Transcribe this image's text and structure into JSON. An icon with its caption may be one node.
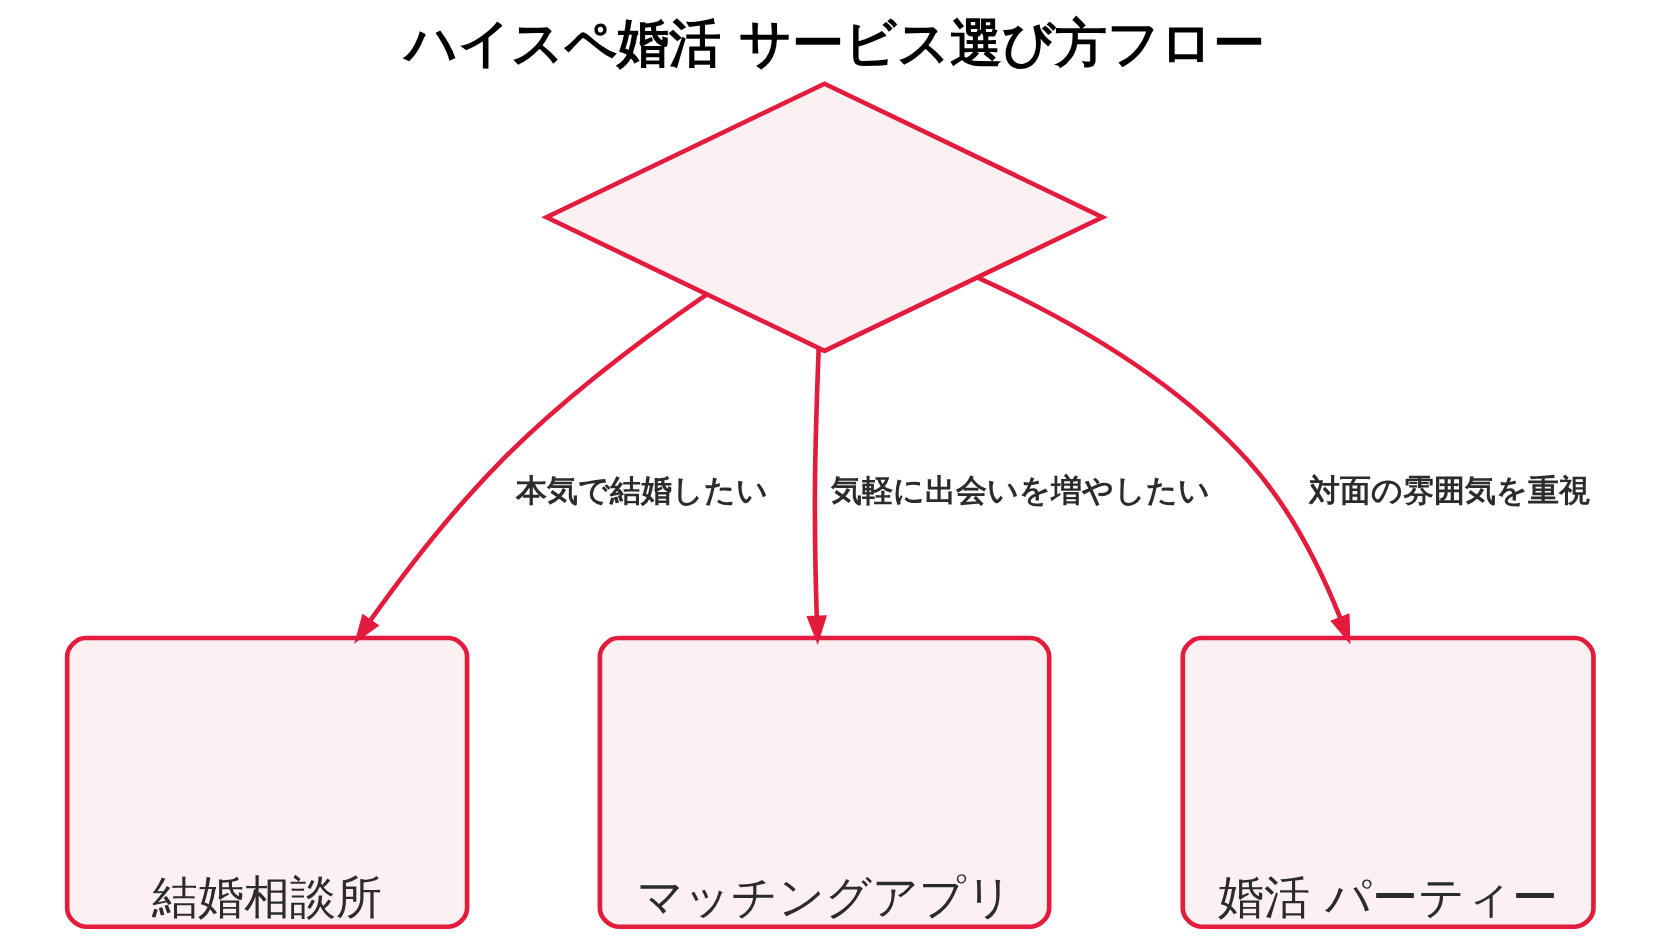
{
  "diagram": {
    "title": "ハイスペ婚活 サービス選び方フロー",
    "nodes": [
      {
        "text": [],
        "shape": "diamond"
      },
      {
        "text": [
          "結婚相談所"
        ]
      },
      {
        "text": [
          "マッチングアプリ"
        ]
      },
      {
        "text": [
          "婚活 パーティー"
        ]
      }
    ],
    "edges": [
      {
        "from": 0,
        "to": 1,
        "arrow": "to",
        "label": "本気で結婚したい"
      },
      {
        "from": 0,
        "to": 2,
        "arrow": "to",
        "label": "気軽に出会いを増やしたい"
      },
      {
        "from": 0,
        "to": 3,
        "arrow": "to",
        "label": "対面の雰囲気を重視"
      }
    ]
  }
}
